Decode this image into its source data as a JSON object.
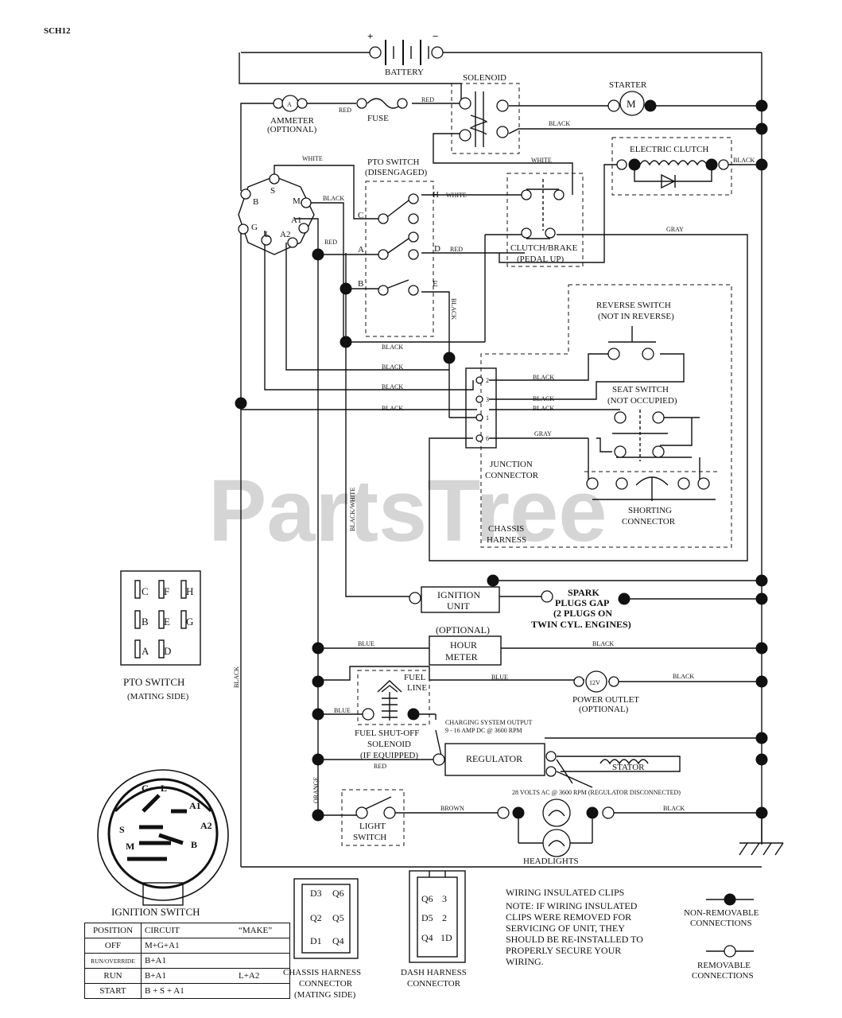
{
  "page_id": "SCH12",
  "watermark": "PartsTree",
  "labels": {
    "battery": "BATTERY",
    "plus": "+",
    "minus": "−",
    "solenoid": "SOLENOID",
    "starter": "STARTER",
    "motor_symbol": "M",
    "ammeter_symbol": "A",
    "ammeter": "AMMETER",
    "optional_paren": "(OPTIONAL)",
    "fuse": "FUSE",
    "electric_clutch": "ELECTRIC CLUTCH",
    "pto_switch": "PTO SWITCH",
    "disengaged": "(DISENGAGED)",
    "clutch_brake": "CLUTCH/BRAKE",
    "pedal_up": "(PEDAL UP)",
    "reverse_switch": "REVERSE SWITCH",
    "not_in_reverse": "(NOT IN REVERSE)",
    "seat_switch": "SEAT SWITCH",
    "not_occupied": "(NOT OCCUPIED)",
    "junction": "JUNCTION",
    "connector": "CONNECTOR",
    "shorting": "SHORTING",
    "chassis": "CHASSIS",
    "harness": "HARNESS",
    "ignition": "IGNITION",
    "unit": "UNIT",
    "spark": "SPARK",
    "plugs_gap": "PLUGS GAP",
    "two_plugs_on": "(2 PLUGS ON",
    "twin_cyl": "TWIN CYL. ENGINES)",
    "optional_hm": "(OPTIONAL)",
    "hour": "HOUR",
    "meter": "METER",
    "fuel": "FUEL",
    "line": "LINE",
    "twelve_v": "12V",
    "power_outlet": "POWER OUTLET",
    "fuel_shutoff": "FUEL SHUT-OFF",
    "solenoid2": "SOLENOID",
    "if_equipped": "(IF EQUIPPED)",
    "charging_output": "CHARGING SYSTEM OUTPUT",
    "amp_spec": "9 - 16 AMP DC @ 3600 RPM",
    "regulator": "REGULATOR",
    "stator": "STATOR",
    "ac_spec": "28 VOLTS AC @ 3600 RPM (REGULATOR DISCONNECTED)",
    "light": "LIGHT",
    "switch": "SWITCH",
    "headlights": "HEADLIGHTS",
    "pto_switch_title": "PTO SWITCH",
    "mating_side": "(MATING SIDE)",
    "ignition_switch_title": "IGNITION SWITCH",
    "chassis_harness": "CHASSIS HARNESS",
    "connector2": "CONNECTOR",
    "mating_side2": "(MATING SIDE)",
    "dash_harness": "DASH HARNESS",
    "connector3": "CONNECTOR",
    "clips_title": "WIRING INSULATED CLIPS",
    "note_lines": [
      "NOTE:  IF WIRING INSULATED",
      "CLIPS WERE REMOVED FOR",
      "SERVICING OF UNIT, THEY",
      "SHOULD BE RE-INSTALLED TO",
      "PROPERLY SECURE YOUR",
      "WIRING."
    ],
    "non_removable": "NON-REMOVABLE",
    "connections": "CONNECTIONS",
    "removable": "REMOVABLE",
    "connections2": "CONNECTIONS"
  },
  "wire_colors": {
    "red": "RED",
    "black": "BLACK",
    "white": "WHITE",
    "gray": "GRAY",
    "blue": "BLUE",
    "brown": "BROWN",
    "orange": "ORANGE",
    "black_white": "BLACK/WHITE"
  },
  "ignition_terminals": [
    "S",
    "M",
    "A1",
    "A2",
    "L",
    "G",
    "B"
  ],
  "pto_terminals": [
    "C",
    "H",
    "A",
    "D",
    "B",
    "E"
  ],
  "junction_pins": [
    "2",
    "3",
    "1",
    "6"
  ],
  "pto_pins": [
    "C",
    "F",
    "H",
    "B",
    "E",
    "G",
    "A",
    "D"
  ],
  "ignition_switch_face": [
    "G",
    "L",
    "A1",
    "A2",
    "S",
    "M",
    "B"
  ],
  "chassis_conn_pins": [
    "D3",
    "Q6",
    "Q2",
    "Q5",
    "D1",
    "Q4"
  ],
  "dash_conn_pins": [
    "Q6",
    "3",
    "D5",
    "2",
    "Q4",
    "1D"
  ],
  "ignition_table": {
    "headers": [
      "POSITION",
      "CIRCUIT",
      "“MAKE”"
    ],
    "rows": [
      {
        "position": "OFF",
        "circuit": "M+G+A1",
        "make": ""
      },
      {
        "position": "RUN/OVERRIDE",
        "circuit": "B+A1",
        "make": ""
      },
      {
        "position": "RUN",
        "circuit": "B+A1",
        "make": "L+A2"
      },
      {
        "position": "START",
        "circuit": "B + S + A1",
        "make": ""
      }
    ]
  }
}
